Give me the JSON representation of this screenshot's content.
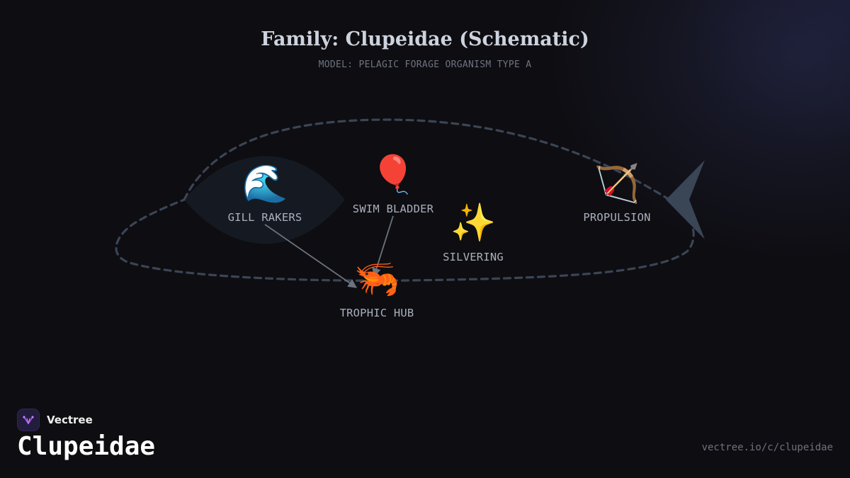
{
  "header": {
    "title": "Family: Clupeidae (Schematic)",
    "subtitle": "MODEL: PELAGIC FORAGE ORGANISM TYPE A"
  },
  "nodes": [
    {
      "id": "gill-rakers",
      "icon": "🌊",
      "icon_name": "wave-icon",
      "label": "GILL RAKERS"
    },
    {
      "id": "swim-bladder",
      "icon": "🎈",
      "icon_name": "balloon-icon",
      "label": "SWIM BLADDER"
    },
    {
      "id": "silvering",
      "icon": "✨",
      "icon_name": "sparkles-icon",
      "label": "SILVERING"
    },
    {
      "id": "propulsion",
      "icon": "🏹",
      "icon_name": "bow-and-arrow-icon",
      "label": "PROPULSION"
    },
    {
      "id": "trophic-hub",
      "icon": "🦐",
      "icon_name": "shrimp-icon",
      "label": "TROPHIC HUB"
    }
  ],
  "edges": [
    {
      "from": "gill-rakers",
      "to": "trophic-hub"
    },
    {
      "from": "swim-bladder",
      "to": "trophic-hub"
    }
  ],
  "footer": {
    "brand": "Vectree",
    "name": "Clupeidae",
    "url": "vectree.io/c/clupeidae"
  },
  "colors": {
    "background": "#0e0d11",
    "outline": "#3a4556",
    "edge": "#6b7380",
    "label": "#a9b0bd",
    "brand_accent": "#a855f7"
  }
}
